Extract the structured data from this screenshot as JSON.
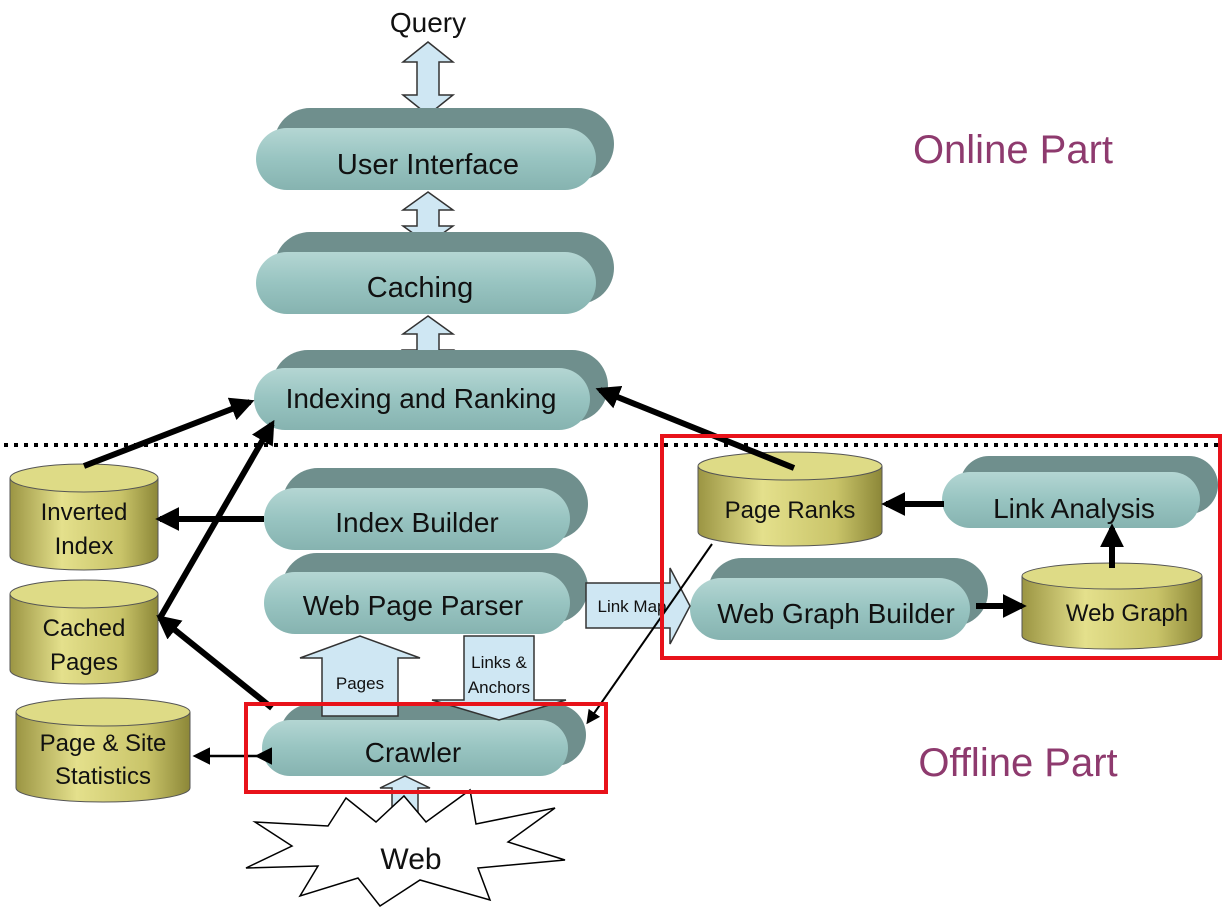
{
  "query_label": "Query",
  "web_label": "Web",
  "sections": {
    "online": {
      "label": "Online Part"
    },
    "offline": {
      "label": "Offline Part"
    }
  },
  "components": {
    "user_interface": "User Interface",
    "caching": "Caching",
    "indexing_ranking": "Indexing and Ranking",
    "index_builder": "Index Builder",
    "web_page_parser": "Web Page Parser",
    "crawler": "Crawler",
    "link_analysis": "Link Analysis",
    "web_graph_builder": "Web Graph Builder"
  },
  "stores": {
    "inverted_index": [
      "Inverted",
      "Index"
    ],
    "cached_pages": [
      "Cached",
      "Pages"
    ],
    "page_site_statistics": [
      "Page & Site",
      "Statistics"
    ],
    "page_ranks": "Page Ranks",
    "web_graph": "Web Graph"
  },
  "flows": {
    "pages": "Pages",
    "links_anchors": [
      "Links &",
      "Anchors"
    ],
    "link_map": "Link Map"
  },
  "colors": {
    "component_fill": "#98c4c1",
    "component_shadow": "#6f8f8d",
    "store_fill": "#d6d27c",
    "store_dark": "#8f8a3c",
    "hollow_arrow_fill": "#cfe7f3",
    "highlight_red": "#e8121a",
    "part_title": "#8e3a6e"
  }
}
